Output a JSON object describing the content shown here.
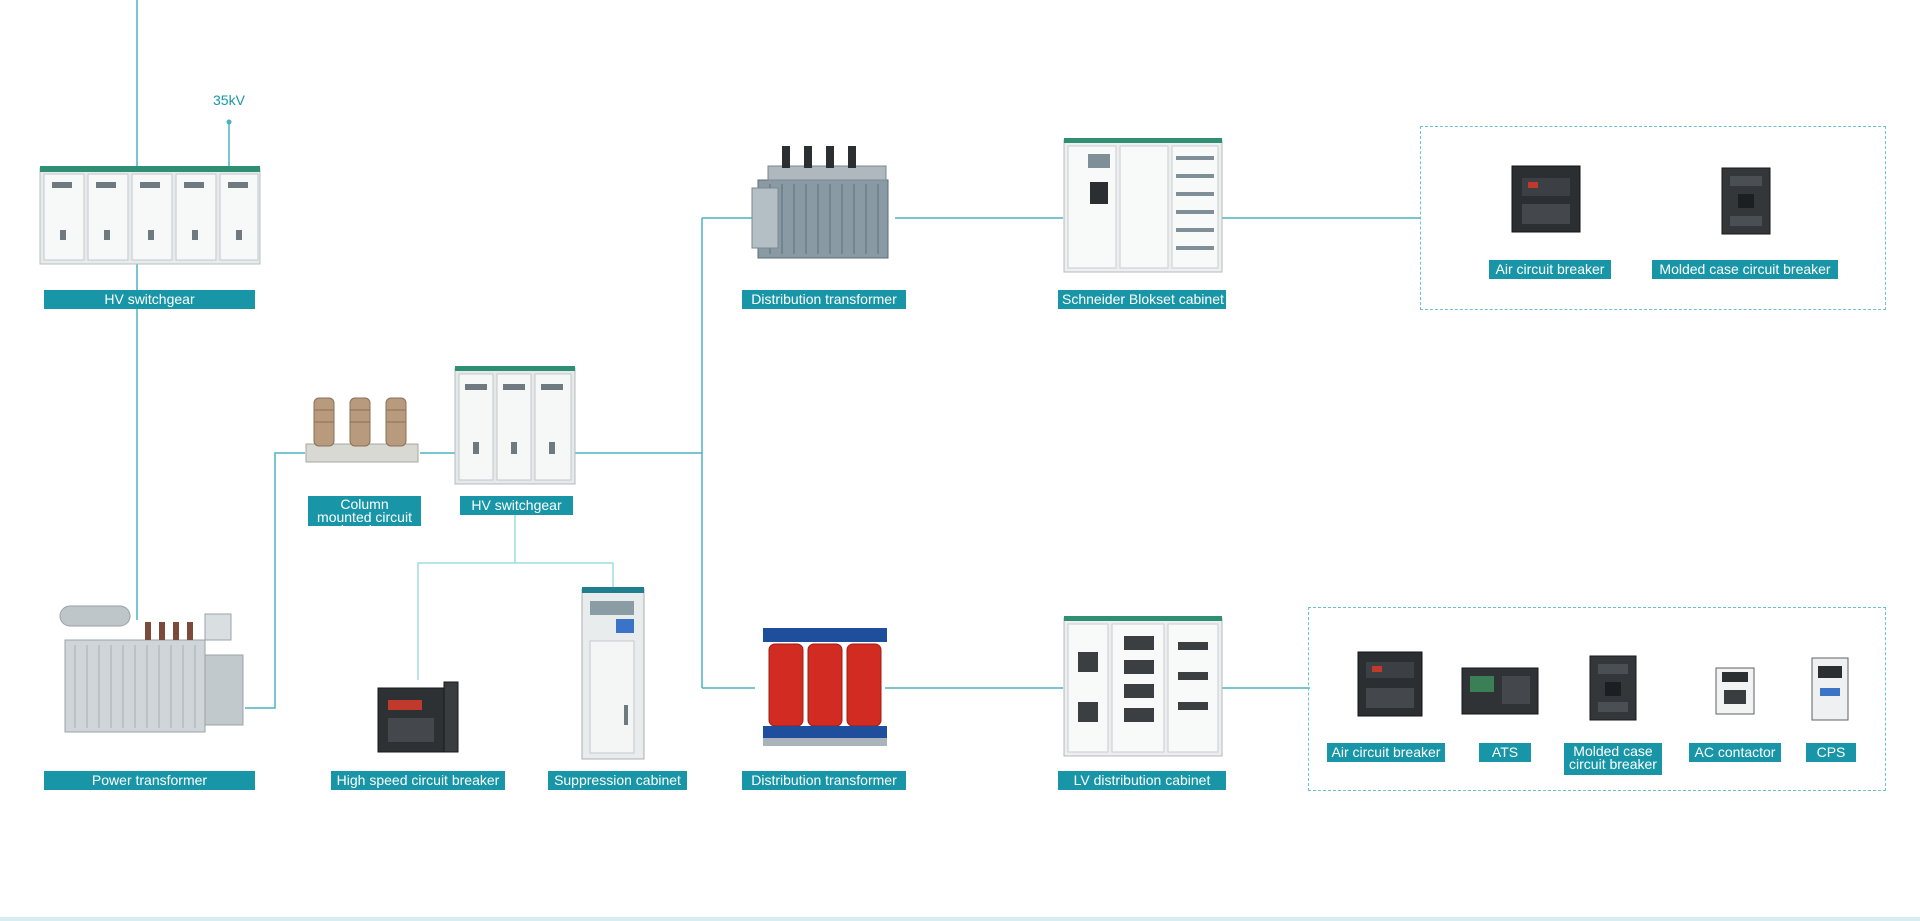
{
  "diagram": {
    "voltage_tag": "35kV",
    "accent_color": "#1896a8",
    "line_color": "#4bb3c0",
    "labels": {
      "hv_switchgear_top": "HV switchgear",
      "power_transformer": "Power transformer",
      "column_mounted_breaker": "Column mounted circuit breaker",
      "hv_switchgear_mid": "HV switchgear",
      "high_speed_breaker": "High speed circuit breaker",
      "suppression_cabinet": "Suppression cabinet",
      "distribution_transformer_top": "Distribution transformer",
      "distribution_transformer_bottom": "Distribution transformer",
      "schneider_cabinet": "Schneider Blokset cabinet",
      "lv_distribution_cabinet": "LV distribution cabinet",
      "top_group": {
        "air_circuit_breaker": "Air circuit breaker",
        "molded_case_breaker": "Molded case circuit breaker"
      },
      "bottom_group": {
        "air_circuit_breaker": "Air circuit breaker",
        "ats": "ATS",
        "molded_case_breaker": "Molded case circuit breaker",
        "ac_contactor": "AC contactor",
        "cps": "CPS"
      }
    },
    "icons": [
      "hv-switchgear-icon",
      "power-transformer-icon",
      "column-breaker-icon",
      "vacuum-breaker-icon",
      "suppression-cabinet-icon",
      "oil-transformer-icon",
      "dry-transformer-icon",
      "lv-cabinet-icon",
      "air-breaker-icon",
      "mccb-icon",
      "ats-icon",
      "contactor-icon",
      "cps-icon"
    ]
  }
}
